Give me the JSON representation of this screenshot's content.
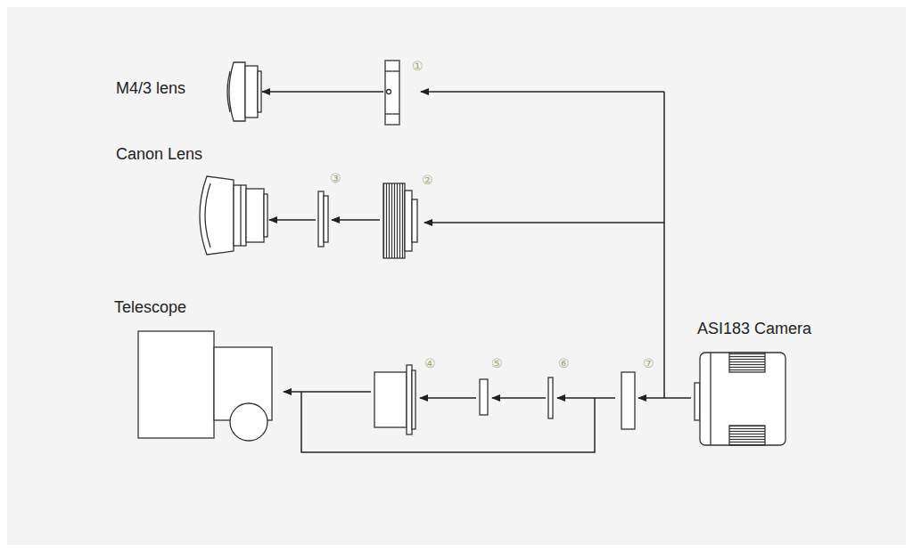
{
  "diagram": {
    "labels": [
      "M4/3 lens",
      "①",
      "Canon Lens",
      "③",
      "②",
      "Telescope",
      "④",
      "⑤",
      "⑥",
      "⑦",
      "ASI183 Camera"
    ]
  }
}
